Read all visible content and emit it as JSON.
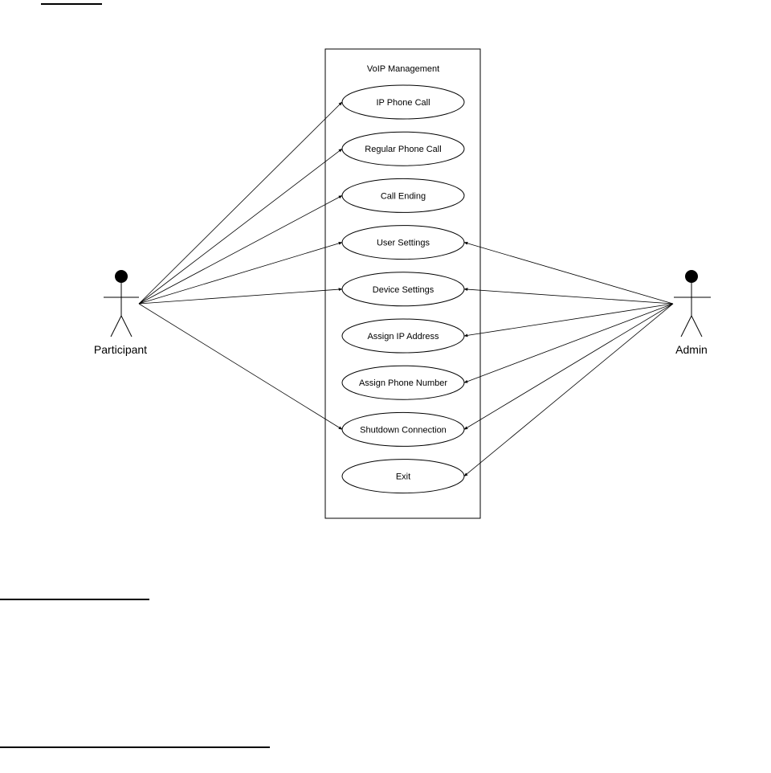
{
  "system": {
    "title": "VoIP Management"
  },
  "use_cases": [
    {
      "id": "ip_phone_call",
      "label": "IP Phone Call"
    },
    {
      "id": "regular_phone_call",
      "label": "Regular Phone Call"
    },
    {
      "id": "call_ending",
      "label": "Call Ending"
    },
    {
      "id": "user_settings",
      "label": "User Settings"
    },
    {
      "id": "device_settings",
      "label": "Device Settings"
    },
    {
      "id": "assign_ip_address",
      "label": "Assign IP Address"
    },
    {
      "id": "assign_phone_number",
      "label": "Assign Phone Number"
    },
    {
      "id": "shutdown_connection",
      "label": "Shutdown Connection"
    },
    {
      "id": "exit",
      "label": "Exit"
    }
  ],
  "actors": {
    "participant": {
      "label": "Participant"
    },
    "admin": {
      "label": "Admin"
    }
  },
  "associations": {
    "participant": [
      "ip_phone_call",
      "regular_phone_call",
      "call_ending",
      "user_settings",
      "device_settings",
      "shutdown_connection"
    ],
    "admin": [
      "user_settings",
      "device_settings",
      "assign_ip_address",
      "assign_phone_number",
      "shutdown_connection",
      "exit"
    ]
  }
}
